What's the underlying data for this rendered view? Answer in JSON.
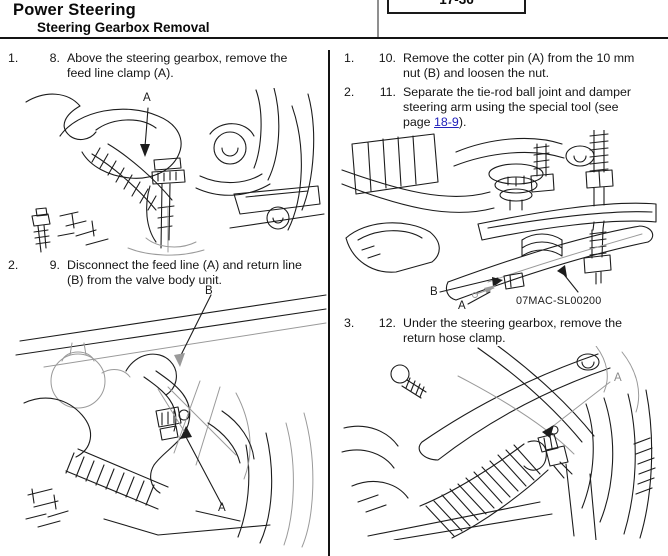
{
  "header": {
    "title": "Power Steering",
    "subtitle": "Steering Gearbox Removal",
    "page_number": "17-36"
  },
  "left_column": {
    "item1": {
      "outer": "1.",
      "step": "8.",
      "lines": [
        "Above the steering gearbox, remove the",
        "feed line clamp (A)."
      ]
    },
    "item2": {
      "outer": "2.",
      "step": "9.",
      "lines": [
        "Disconnect the feed line (A) and return line",
        "(B) from the valve body unit."
      ]
    },
    "fig_feed_line_clamp": {
      "label_a": "A"
    },
    "fig_valve_body": {
      "label_b": "B",
      "label_a": "A"
    }
  },
  "right_column": {
    "item1": {
      "outer": "1.",
      "step": "10.",
      "lines": [
        "Remove the cotter pin (A) from the 10 mm",
        "nut (B) and loosen the nut."
      ]
    },
    "item2": {
      "outer": "2.",
      "step": "11.",
      "lines": [
        "Separate the tie-rod ball joint and damper",
        "steering arm using the special tool (see"
      ],
      "last_line": {
        "before": "page ",
        "link": "18-9",
        "after": ")."
      }
    },
    "item3": {
      "outer": "3.",
      "step": "12.",
      "lines": [
        "Under the steering gearbox, remove the",
        "return hose clamp."
      ]
    },
    "fig_ball_joint_tool": {
      "label_b": "B",
      "label_a": "A",
      "tool_number": "07MAC-SL00200"
    },
    "fig_return_hose": {
      "label_a": "A"
    }
  },
  "colors": {
    "link_blue": "#2222bb",
    "line_black": "#1c1c1c",
    "line_gray": "#9a9a9a"
  }
}
